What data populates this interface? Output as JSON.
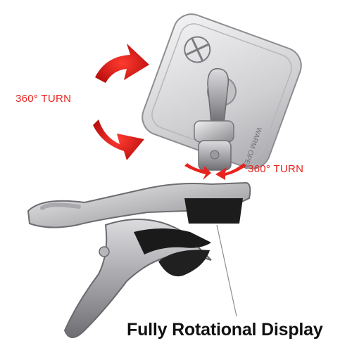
{
  "labels": {
    "left_turn": "360° TURN",
    "right_turn": "360° TURN"
  },
  "caption": "Fully Rotational Display",
  "device_text": "WARM OPEN",
  "colors": {
    "accent": "#e8231e",
    "metal_light": "#d9d9db",
    "metal_dark": "#7c7c80",
    "rubber": "#1c1c1c",
    "caption": "#111111"
  },
  "icons": [
    "logo-x-icon",
    "rotation-arrow-icon"
  ]
}
